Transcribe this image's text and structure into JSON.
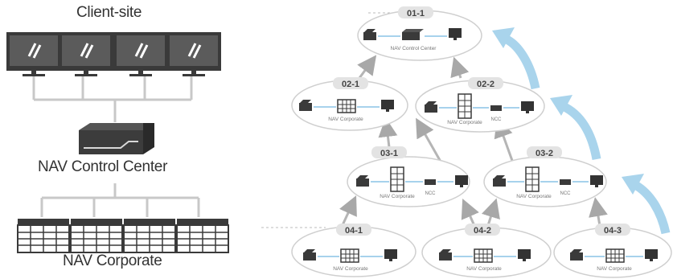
{
  "left_panel": {
    "client_site_label": "Client-site",
    "control_center_label": "NAV Control Center",
    "corporate_label": "NAV Corporate"
  },
  "hierarchy": {
    "nodes": [
      {
        "id": "01-1",
        "caption": "NAV Control Center",
        "type": "control"
      },
      {
        "id": "02-1",
        "caption": "NAV Corporate",
        "type": "corp"
      },
      {
        "id": "02-2",
        "caption": "NAV Corporate",
        "ncc": "NCC",
        "type": "ncc"
      },
      {
        "id": "03-1",
        "caption": "NAV Corporate",
        "ncc": "NCC",
        "type": "ncc"
      },
      {
        "id": "03-2",
        "caption": "NAV Corporate",
        "ncc": "NCC",
        "type": "ncc"
      },
      {
        "id": "04-1",
        "caption": "NAV Corporate",
        "type": "corp"
      },
      {
        "id": "04-2",
        "caption": "NAV Corporate",
        "type": "corp"
      },
      {
        "id": "04-3",
        "caption": "NAV Corporate",
        "type": "corp"
      }
    ]
  },
  "colors": {
    "line": "#bcbcbc",
    "accent_arrow": "#a9d4ec",
    "badge_fill": "#e3e3e3",
    "device_dark": "#2a2a2a"
  }
}
